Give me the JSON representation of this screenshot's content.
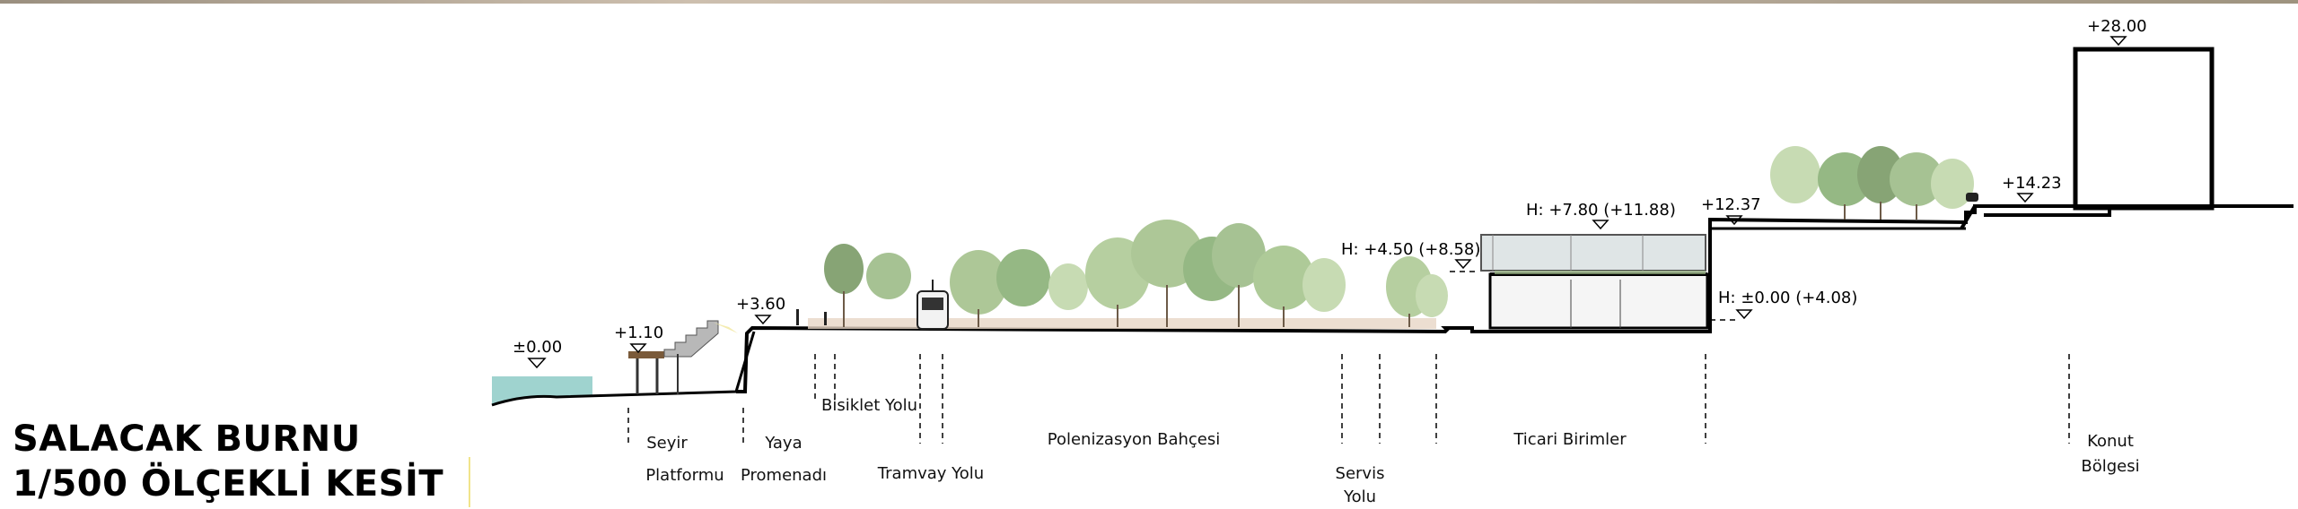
{
  "title": {
    "line1": "SALACAK BURNU",
    "line2": "1/500 ÖLÇEKLİ KESİT"
  },
  "elevations": {
    "sea": "±0.00",
    "platform": "+1.10",
    "promenade": "+3.60",
    "garden_roof": "H: +4.50 (+8.58)",
    "upper_roof": "H: +7.80 (+11.88)",
    "ground_floor": "H: ±0.00 (+4.08)",
    "terrace": "+12.37",
    "road": "+14.23",
    "building_top": "+28.00"
  },
  "zones": {
    "seyir_1": "Seyir",
    "seyir_2": "Platformu",
    "yaya_1": "Yaya",
    "yaya_2": "Promenadı",
    "bisiklet": "Bisiklet Yolu",
    "tramvay": "Tramvay Yolu",
    "polenizasyon": "Polenizasyon Bahçesi",
    "servis_1": "Servis",
    "servis_2": "Yolu",
    "ticari": "Ticari Birimler",
    "konut_1": "Konut",
    "konut_2": "Bölgesi"
  },
  "colors": {
    "water": "#9fd3cf",
    "ground": "#000000",
    "tree_dark": "#7d9d6a",
    "tree_mid": "#9fbd8a",
    "tree_light": "#c3d8ad",
    "glass": "#dfe5e6"
  }
}
